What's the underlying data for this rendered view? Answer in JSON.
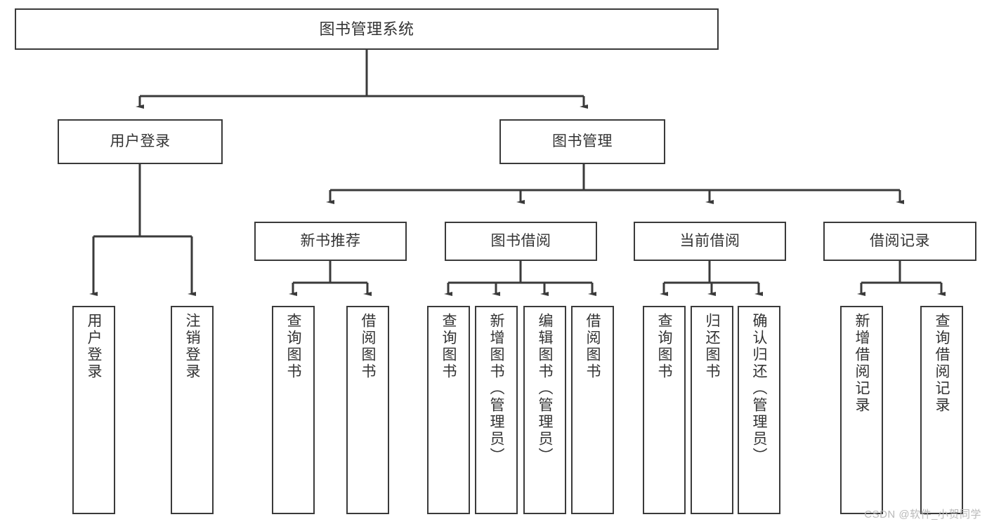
{
  "diagram": {
    "title": "图书管理系统",
    "type": "hierarchy-tree",
    "watermark": "CSDN @软件_小贺同学",
    "colors": {
      "box_border": "#3a3a3a",
      "box_fill": "#ffffff",
      "connector": "#3a3a3a",
      "text": "#333333",
      "watermark": "#b9b9b9",
      "background": "#ffffff"
    },
    "nodes": {
      "root": {
        "id": "root",
        "label": "图书管理系统",
        "level": 1
      },
      "level2": [
        {
          "id": "user-login",
          "label": "用户登录",
          "level": 2
        },
        {
          "id": "book-management",
          "label": "图书管理",
          "level": 2
        }
      ],
      "level3": [
        {
          "id": "new-book-recommend",
          "label": "新书推荐",
          "level": 3,
          "parent": "book-management"
        },
        {
          "id": "book-borrow",
          "label": "图书借阅",
          "level": 3,
          "parent": "book-management"
        },
        {
          "id": "current-borrow",
          "label": "当前借阅",
          "level": 3,
          "parent": "book-management"
        },
        {
          "id": "borrow-record",
          "label": "借阅记录",
          "level": 3,
          "parent": "book-management"
        }
      ],
      "leaves": [
        {
          "id": "leaf-user-login",
          "label": "用户登录",
          "parent": "user-login"
        },
        {
          "id": "leaf-user-logout",
          "label": "注销登录",
          "parent": "user-login"
        },
        {
          "id": "leaf-query-book-1",
          "label": "查询图书",
          "parent": "new-book-recommend"
        },
        {
          "id": "leaf-borrow-book-1",
          "label": "借阅图书",
          "parent": "new-book-recommend"
        },
        {
          "id": "leaf-query-book-2",
          "label": "查询图书",
          "parent": "book-borrow"
        },
        {
          "id": "leaf-add-book",
          "label": "新增图书（管理员）",
          "parent": "book-borrow"
        },
        {
          "id": "leaf-edit-book",
          "label": "编辑图书（管理员）",
          "parent": "book-borrow"
        },
        {
          "id": "leaf-borrow-book-2",
          "label": "借阅图书",
          "parent": "book-borrow"
        },
        {
          "id": "leaf-query-book-3",
          "label": "查询图书",
          "parent": "current-borrow"
        },
        {
          "id": "leaf-return-book",
          "label": "归还图书",
          "parent": "current-borrow"
        },
        {
          "id": "leaf-confirm-return",
          "label": "确认归还（管理员）",
          "parent": "current-borrow"
        },
        {
          "id": "leaf-add-record",
          "label": "新增借阅记录",
          "parent": "borrow-record"
        },
        {
          "id": "leaf-query-record",
          "label": "查询借阅记录",
          "parent": "borrow-record"
        }
      ]
    }
  }
}
